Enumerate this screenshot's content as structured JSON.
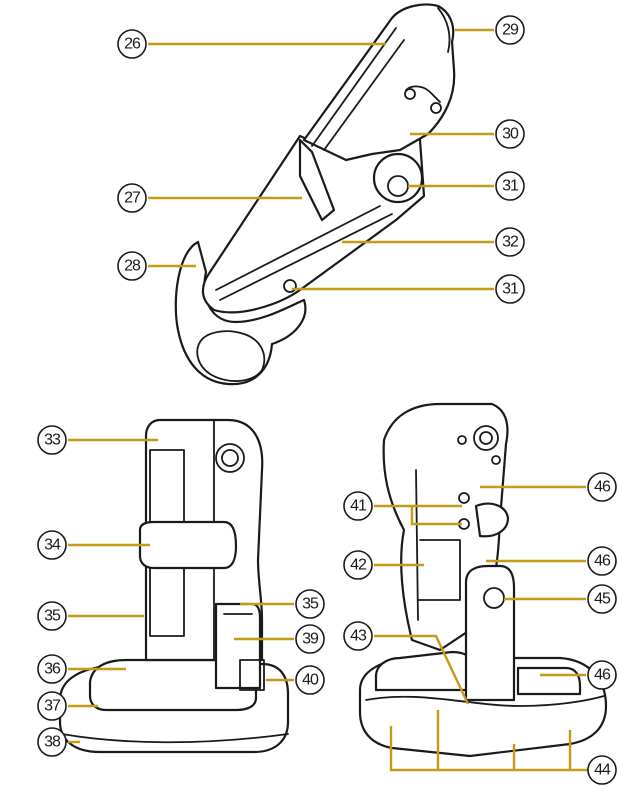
{
  "colors": {
    "leader": "#c49a17",
    "outline": "#1a1a1a",
    "background": "#ffffff"
  },
  "callouts": [
    {
      "id": "c26a",
      "number": "26"
    },
    {
      "id": "c27a",
      "number": "27"
    },
    {
      "id": "c28a",
      "number": "28"
    },
    {
      "id": "c29a",
      "number": "29"
    },
    {
      "id": "c30a",
      "number": "30"
    },
    {
      "id": "c31a",
      "number": "31"
    },
    {
      "id": "c32a",
      "number": "32"
    },
    {
      "id": "c31b",
      "number": "31"
    },
    {
      "id": "c33a",
      "number": "33"
    },
    {
      "id": "c34a",
      "number": "34"
    },
    {
      "id": "c35a",
      "number": "35"
    },
    {
      "id": "c36a",
      "number": "36"
    },
    {
      "id": "c37a",
      "number": "37"
    },
    {
      "id": "c38a",
      "number": "38"
    },
    {
      "id": "c35b",
      "number": "35"
    },
    {
      "id": "c39a",
      "number": "39"
    },
    {
      "id": "c40a",
      "number": "40"
    },
    {
      "id": "c41a",
      "number": "41"
    },
    {
      "id": "c42a",
      "number": "42"
    },
    {
      "id": "c43a",
      "number": "43"
    },
    {
      "id": "c44a",
      "number": "44"
    },
    {
      "id": "c45a",
      "number": "45"
    },
    {
      "id": "c46a",
      "number": "46"
    },
    {
      "id": "c46b",
      "number": "46"
    },
    {
      "id": "c46c",
      "number": "46"
    }
  ]
}
